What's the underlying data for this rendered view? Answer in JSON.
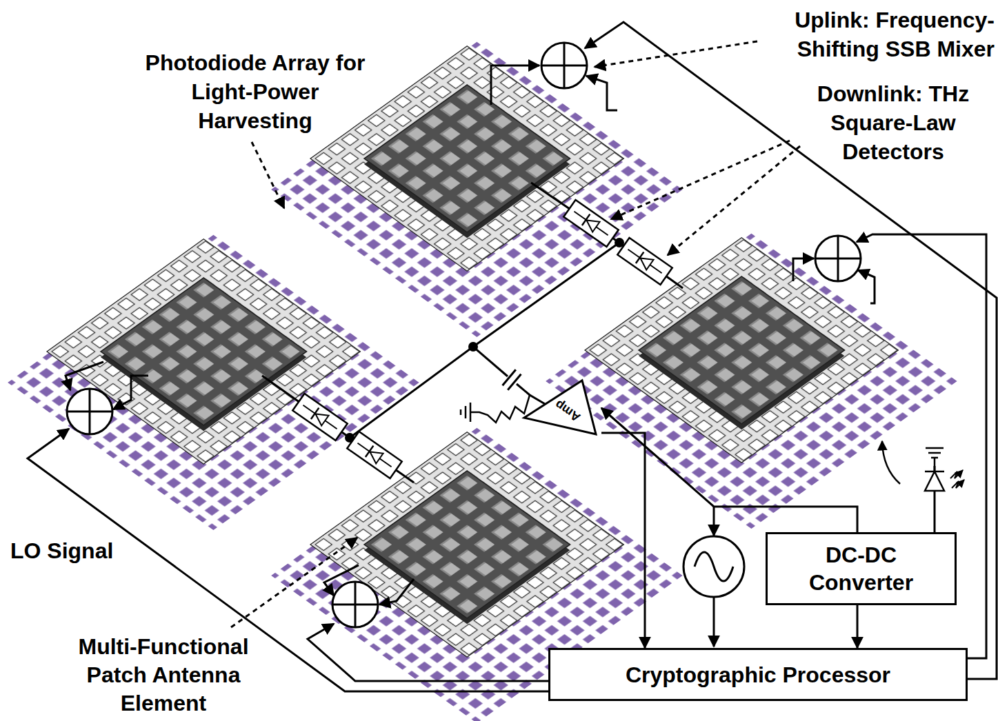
{
  "diagram": {
    "nodes": [
      {
        "text": [
          "Amp"
        ]
      },
      {
        "text": [
          "DC-DC Converter"
        ]
      },
      {
        "text": [
          "Cryptographic Processor"
        ]
      }
    ],
    "edges": [
      {
        "from": 0,
        "to": 2,
        "arrow": "to"
      },
      {
        "from": 1,
        "to": 0,
        "arrow": "to"
      },
      {
        "from": 1,
        "to": 2,
        "arrow": "to"
      }
    ],
    "labels": [
      "Photodiode Array for Light-Power Harvesting",
      "Uplink: Frequency-Shifting SSB Mixer",
      "Downlink: THz Square-Law Detectors",
      "LO Signal",
      "Multi-Functional Patch Antenna Element"
    ]
  }
}
